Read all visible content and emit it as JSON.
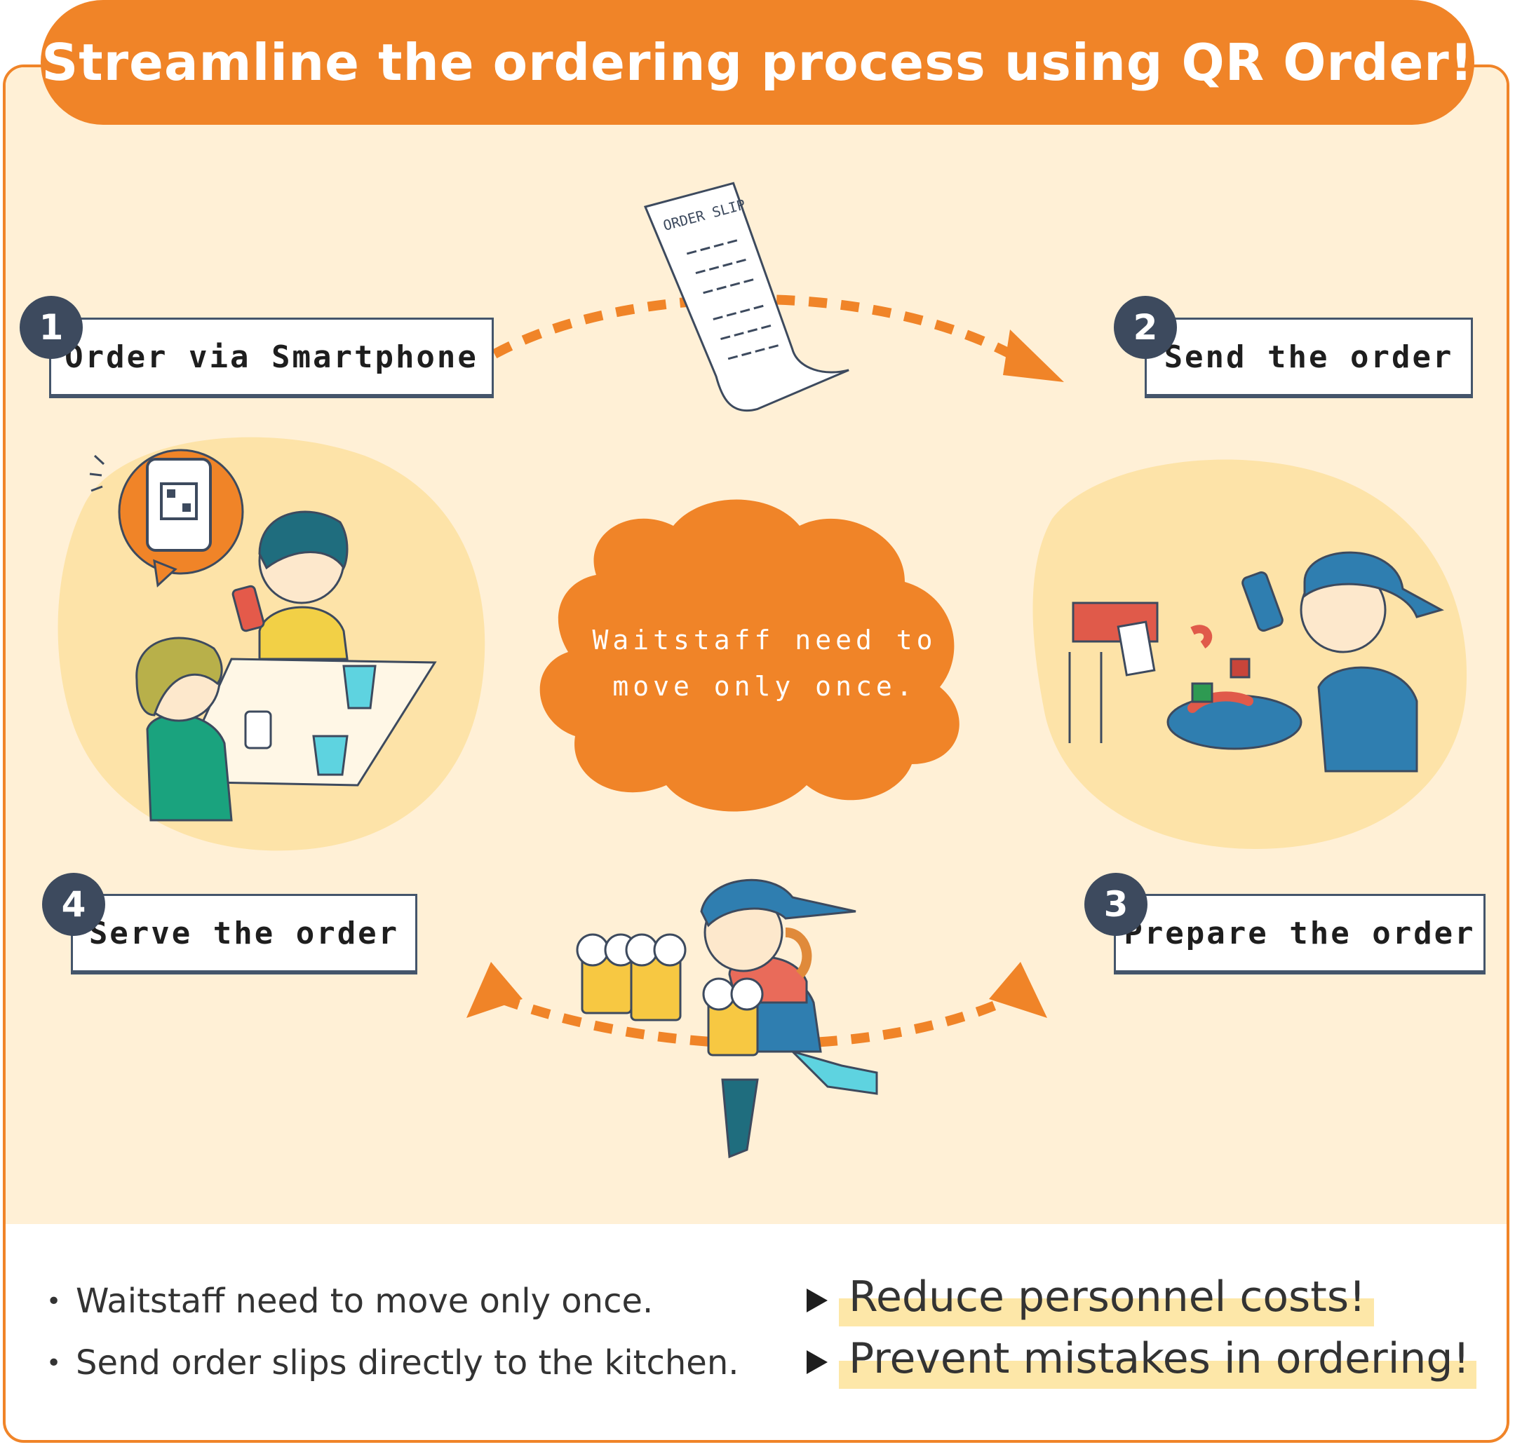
{
  "title": "Streamline the ordering process using QR Order!",
  "steps": [
    {
      "number": "1",
      "label": "Order via Smartphone"
    },
    {
      "number": "2",
      "label": "Send the order"
    },
    {
      "number": "3",
      "label": "Prepare the order"
    },
    {
      "number": "4",
      "label": "Serve the order"
    }
  ],
  "order_slip_label": "ORDER SLIP",
  "cloud_text": [
    "Waitstaff need to",
    "move only once."
  ],
  "benefits": [
    {
      "point": "Waitstaff need to move only once.",
      "result": "Reduce personnel costs!"
    },
    {
      "point": "Send order slips directly to the kitchen.",
      "result": "Prevent mistakes in ordering!"
    }
  ],
  "colors": {
    "accent": "#f08428",
    "panel": "#fff0d6",
    "badge": "#3d4a5e",
    "highlight": "#fde7a8"
  },
  "icons": [
    "order-slip-icon",
    "smartphone-qr-icon",
    "cook-icon",
    "waitress-icon",
    "cloud-icon"
  ]
}
